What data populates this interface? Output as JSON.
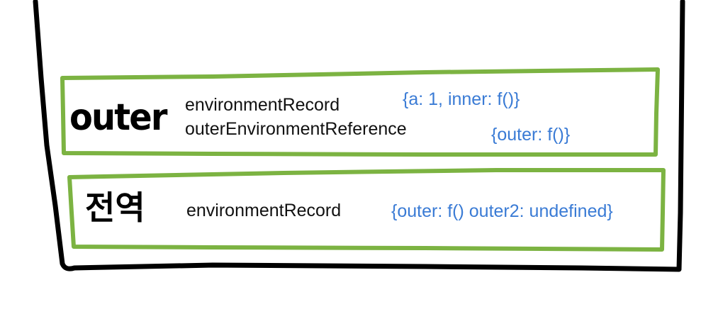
{
  "colors": {
    "frame": "#000000",
    "box_border": "#7cb342",
    "value_text": "#3a7bd5",
    "label_text": "#111111"
  },
  "outer_context": {
    "title": "outer",
    "rows": [
      {
        "name": "environmentRecord",
        "value": "{a: 1, inner: f()}"
      },
      {
        "name": "outerEnvironmentReference",
        "value": "{outer: f()}"
      }
    ]
  },
  "global_context": {
    "title": "전역",
    "rows": [
      {
        "name": "environmentRecord",
        "value": "{outer: f() outer2: undefined}"
      }
    ]
  }
}
